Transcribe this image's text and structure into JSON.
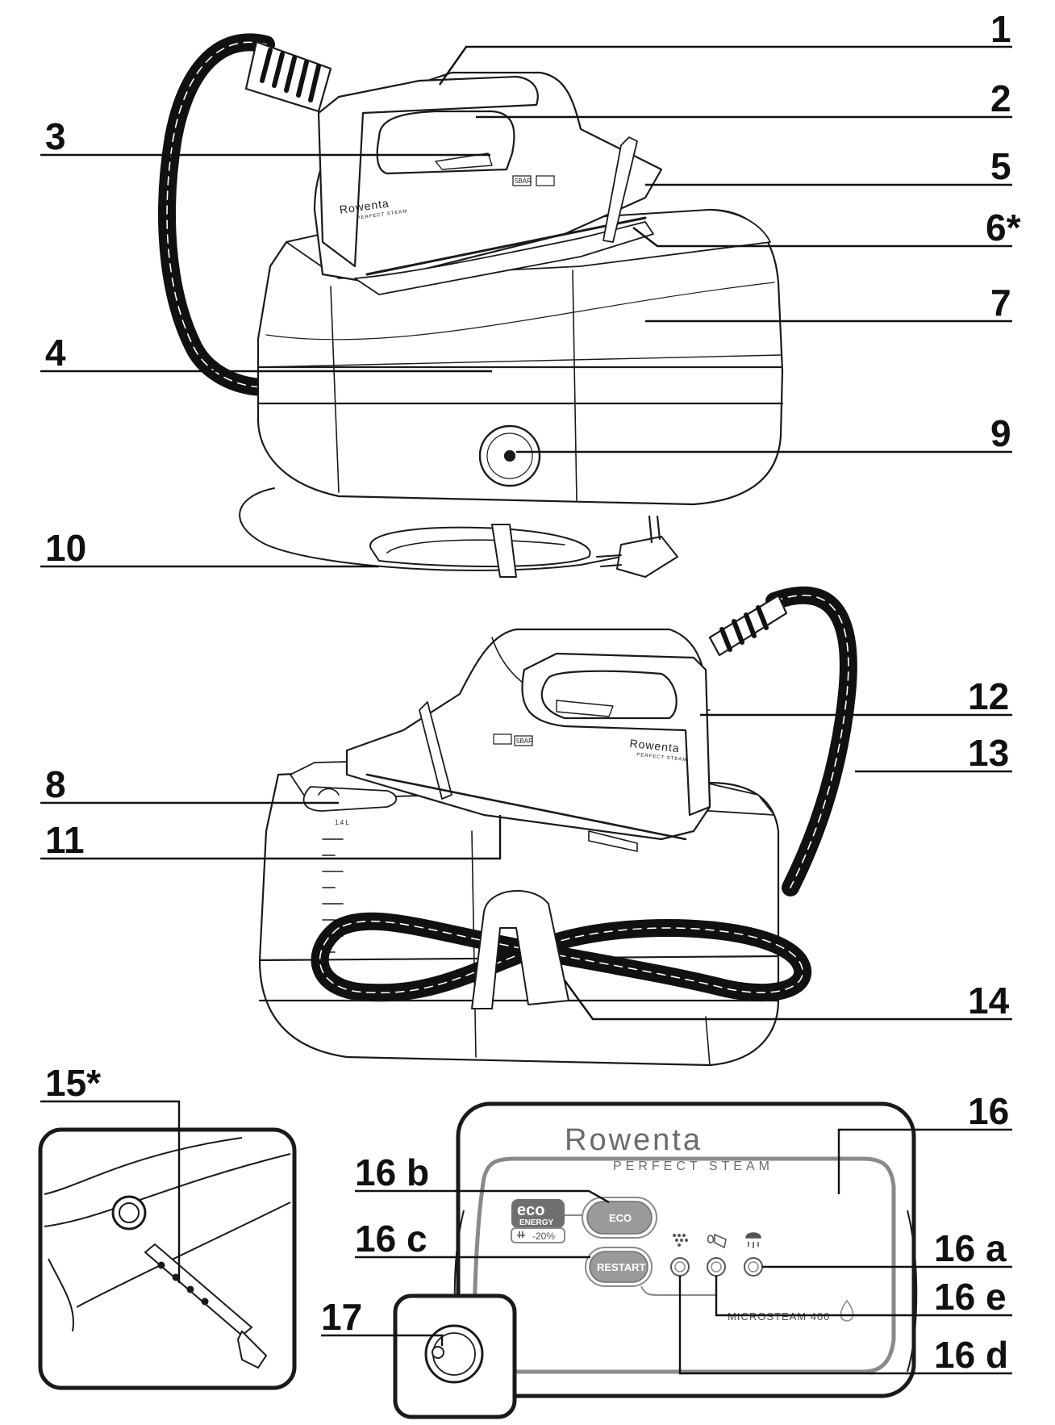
{
  "callouts": {
    "c1": "1",
    "c2": "2",
    "c3": "3",
    "c4": "4",
    "c5": "5",
    "c6": "6*",
    "c7": "7",
    "c8": "8",
    "c9": "9",
    "c10": "10",
    "c11": "11",
    "c12": "12",
    "c13": "13",
    "c14": "14",
    "c15": "15*",
    "c16": "16",
    "c16a": "16 a",
    "c16b": "16 b",
    "c16c": "16 c",
    "c16d": "16 d",
    "c16e": "16 e",
    "c17": "17"
  },
  "iron_printing": {
    "brand": "Rowenta",
    "sub": "PERFECT STEAM",
    "pressure": "5BAR",
    "tank": "1.4 L"
  },
  "control_panel": {
    "brand": "Rowenta",
    "sub": "PERFECT STEAM",
    "model": "MICROSTEAM 400",
    "eco_big": "eco",
    "eco_small": "ENERGY",
    "eco_pct": "-20%",
    "eco_button": "ECO",
    "restart_button": "RESTART"
  },
  "colors": {
    "line": "#1a1a1a",
    "panel_gray": "#8a8a8a",
    "button_gray": "#9a9a9a",
    "hose": "#111111"
  },
  "icons": {
    "calc": "calc-clean-icon",
    "water": "water-refill-icon",
    "steam": "steam-ready-icon",
    "eco": "eco-energy-icon",
    "plug": "plug-icon"
  }
}
